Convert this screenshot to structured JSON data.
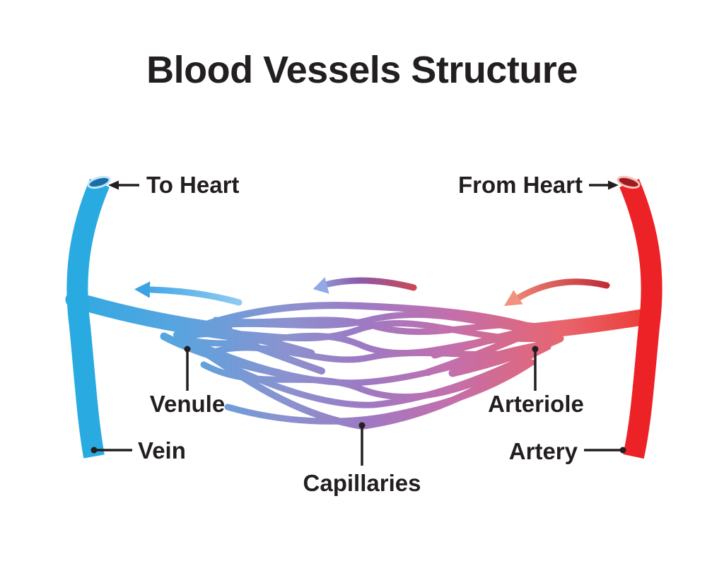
{
  "title": "Blood Vessels Structure",
  "diagram": {
    "type": "anatomy-diagram",
    "subject": "Blood vessel structure: artery feeding capillaries draining to vein",
    "labels": {
      "to_heart": "To Heart",
      "from_heart": "From Heart",
      "venule": "Venule",
      "arteriole": "Arteriole",
      "vein": "Vein",
      "artery": "Artery",
      "capillaries": "Capillaries"
    },
    "flow_arrows": [
      {
        "name": "venous-flow-arrow",
        "direction": "left",
        "color": "#4FA8E2"
      },
      {
        "name": "capillary-flow-arrow",
        "direction": "left",
        "gradient": [
          "#93A9E6",
          "#8A5BA8",
          "#CC4653"
        ]
      },
      {
        "name": "arterial-flow-arrow",
        "direction": "left",
        "gradient": [
          "#F2917F",
          "#C02B38"
        ]
      }
    ]
  },
  "colors": {
    "background": "#FFFFFF",
    "text": "#231F20",
    "vein_blue": "#29ABE2",
    "vein_lumen": "#1A6FA6",
    "vein_rim": "#BFE6F7",
    "artery_red": "#EC2227",
    "artery_lumen": "#9E1B20",
    "artery_rim": "#F7C0BA",
    "capillary_gradient": [
      "#2FA9E2",
      "#8B92CF",
      "#9C7AC4",
      "#C26FAD",
      "#EC3B34"
    ]
  }
}
